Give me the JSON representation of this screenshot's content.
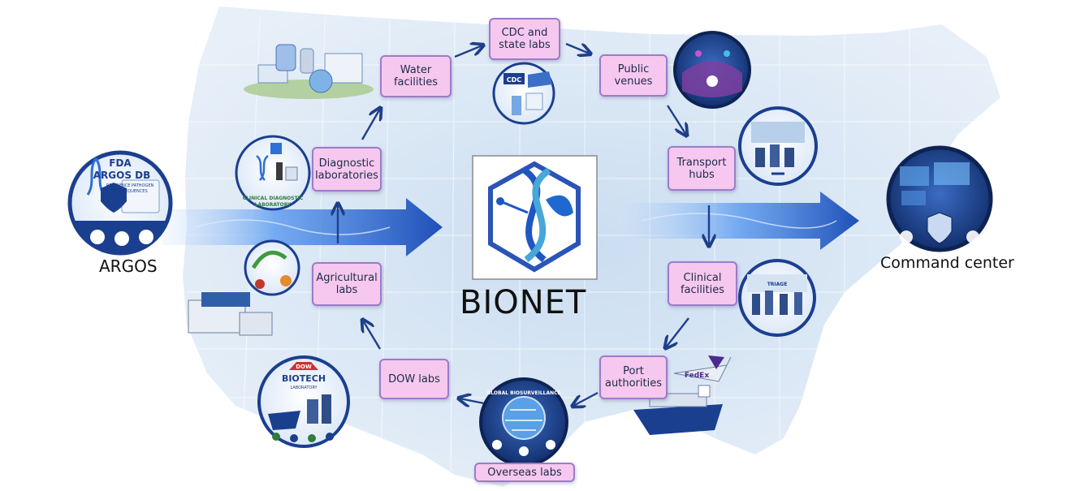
{
  "center": {
    "title": "BIONET"
  },
  "side_labels": {
    "source": "ARGOS",
    "sink": "Command center"
  },
  "nodes": {
    "water": "Water\nfacilities",
    "cdc": "CDC and\nstate labs",
    "public": "Public\nvenues",
    "transport": "Transport\nhubs",
    "clinical": "Clinical\nfacilities",
    "port": "Port\nauthorities",
    "overseas": "Overseas labs",
    "dow": "DOW labs",
    "agri": "Agricultural\nlabs",
    "diag": "Diagnostic\nlaboratories"
  },
  "emblems": {
    "argos_fda": "FDA",
    "argos_db": "ARGOS DB",
    "argos_sub1": "REFERENCE PATHOGEN",
    "argos_sub2": "DNA SEQUENCES",
    "cdc_badge": "CDC",
    "clinical_dx": "CLINICAL DIAGNOSTIC",
    "clinical_dx2": "LABORATORY",
    "dow_brand": "DOW",
    "dow_biotech": "BIOTECH",
    "dow_lab": "LABORATORY",
    "global_bio": "GLOBAL BIOSURVEILLANCE",
    "triage": "TRIAGE",
    "fedex": "FedEx"
  },
  "colors": {
    "node_fill": "#f6c8ef",
    "node_border": "#9b7cc9",
    "arrow": "#1e3f8a",
    "map": "#cfe0f1",
    "band": "#2f6fd6"
  }
}
